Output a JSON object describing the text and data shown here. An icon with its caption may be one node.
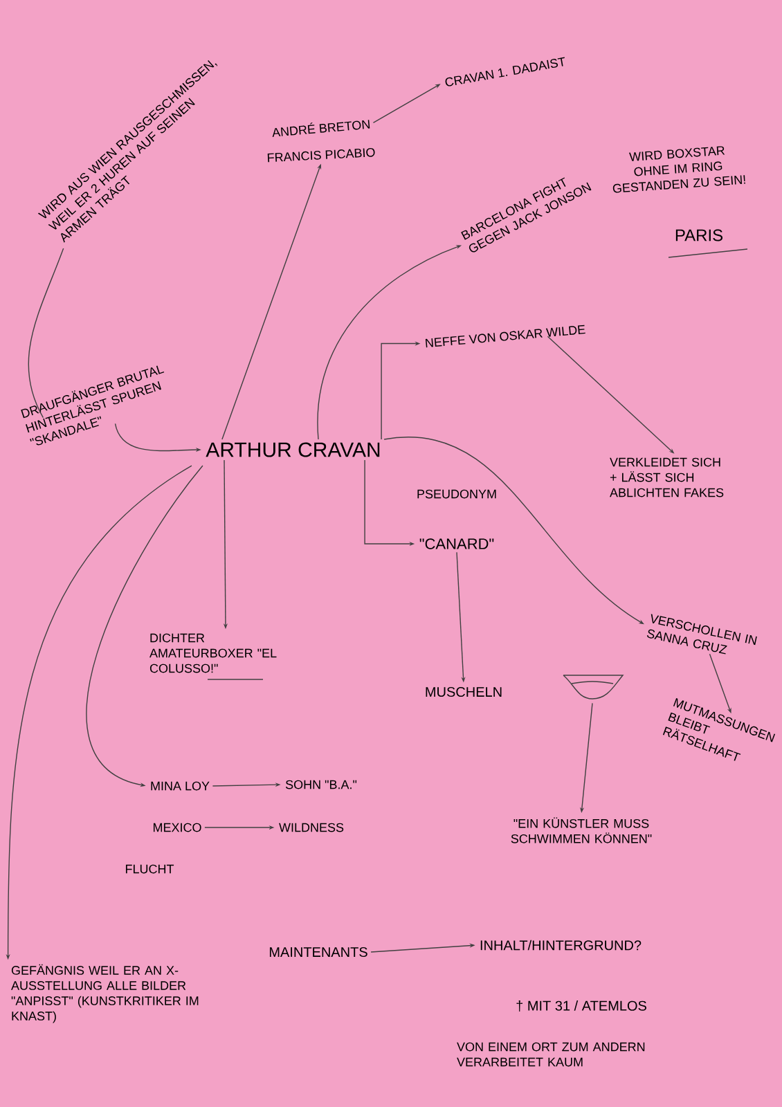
{
  "diagram": {
    "nodes": [
      {
        "text": [
          "ARTHUR CRAVAN"
        ]
      },
      {
        "text": [
          "ANDRÉ BRETON"
        ]
      },
      {
        "text": [
          "CRAVAN 1. DADAIST"
        ]
      },
      {
        "text": [
          "FRANCIS PICABIO"
        ]
      },
      {
        "text": [
          "BARCELONA FIGHT GEGEN JACK JONSON"
        ]
      },
      {
        "text": [
          "WIRD BOXSTAR OHNE IM RING GESTANDEN ZU SEIN!"
        ]
      },
      {
        "text": [
          "NEFFE VON OSKAR WILDE"
        ]
      },
      {
        "text": [
          "VERKLEIDET SICH + LÄSST SICH ABLICHTEN FAKES"
        ]
      },
      {
        "text": [
          "\"CANARD\""
        ]
      },
      {
        "text": [
          "MUSCHELN"
        ]
      },
      {
        "text": [],
        "shape": "picture"
      },
      {
        "text": [
          "\"EIN KÜNSTLER MUSS SCHWIMMEN KÖNNEN\""
        ]
      },
      {
        "text": [
          "VERSCHOLLEN IN SANNA CRUZ"
        ]
      },
      {
        "text": [
          "MUTMASSUNGEN BLEIBT RÄTSELHAFT"
        ]
      },
      {
        "text": [
          "DICHTER AMATEURBOXER \"EL COLUSSO!\""
        ]
      },
      {
        "text": [
          "MINA LOY"
        ]
      },
      {
        "text": [
          "SOHN \"B.A.\""
        ]
      },
      {
        "text": [
          "MEXICO"
        ]
      },
      {
        "text": [
          "WILDNESS"
        ]
      },
      {
        "text": [
          "DRAUFGÄNGER BRUTAL HINTERLÄSST SPUREN \"SKANDALE\""
        ]
      },
      {
        "text": [
          "WIRD AUS WIEN RAUSGESCHMISSEN, WEIL ER 2 HUREN AUF SEINEN ARMEN TRÄGT"
        ]
      },
      {
        "text": [
          "GEFÄNGNIS WEIL ER AN X-AUSSTELLUNG ALLE BILDER \"ANPISST\" (KUNSTKRITIKER IM KNAST)"
        ]
      },
      {
        "text": [
          "MAINTENANTS"
        ]
      },
      {
        "text": [
          "INHALT/HINTERGRUND?"
        ]
      }
    ],
    "edges": [
      {
        "from": 0,
        "to": 3,
        "arrow": "to"
      },
      {
        "from": 1,
        "to": 2,
        "arrow": "to"
      },
      {
        "from": 0,
        "to": 4,
        "arrow": "to"
      },
      {
        "from": 0,
        "to": 6,
        "arrow": "to"
      },
      {
        "from": 6,
        "to": 7,
        "arrow": "to"
      },
      {
        "from": 0,
        "to": 8,
        "arrow": "to"
      },
      {
        "from": 8,
        "to": 9,
        "arrow": "to"
      },
      {
        "from": 10,
        "to": 11,
        "arrow": "to"
      },
      {
        "from": 0,
        "to": 12,
        "arrow": "to"
      },
      {
        "from": 12,
        "to": 13,
        "arrow": "to"
      },
      {
        "from": 0,
        "to": 14,
        "arrow": "to"
      },
      {
        "from": 0,
        "to": 15,
        "arrow": "to"
      },
      {
        "from": 15,
        "to": 16,
        "arrow": "to"
      },
      {
        "from": 17,
        "to": 18,
        "arrow": "to"
      },
      {
        "from": 19,
        "to": 0,
        "arrow": "to"
      },
      {
        "from": 19,
        "to": 20,
        "arrow": "none"
      },
      {
        "from": 0,
        "to": 21,
        "arrow": "to"
      },
      {
        "from": 22,
        "to": 23,
        "arrow": "to"
      }
    ],
    "labels": [
      "PARIS",
      "PSEUDONYM",
      "FLUCHT",
      "† MIT 31 / ATEMLOS",
      "VON EINEM ORT ZUM ANDERN VERARBEITET KAUM"
    ]
  }
}
